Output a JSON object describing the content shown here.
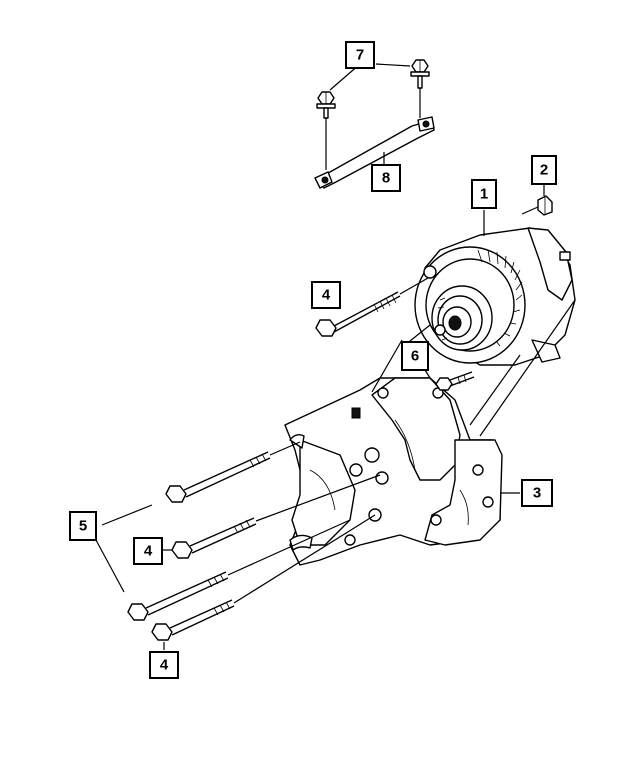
{
  "callouts": {
    "c1": "1",
    "c2": "2",
    "c3": "3",
    "c4a": "4",
    "c4b": "4",
    "c4c": "4",
    "c5": "5",
    "c6": "6",
    "c7": "7",
    "c8": "8"
  }
}
